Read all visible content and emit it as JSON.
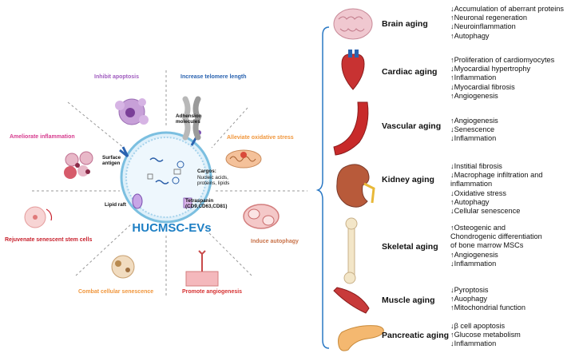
{
  "center": {
    "title": "HUCMSC-EVs",
    "labels": {
      "adhesion": "Adhension\nmolecules",
      "surface": "Surface\nantigen",
      "cargos_title": "Cargos:",
      "cargos_body": "Nucleic acids,\nproteins, lipids",
      "lipid_raft": "Lipid raft",
      "tetraspanin": "Tetraspanin\n(CD9,CD63,CD81)"
    }
  },
  "mechanisms": [
    {
      "key": "inhibit",
      "text": "Inhibit apoptosis",
      "color": "#a05cbf"
    },
    {
      "key": "telomere",
      "text": "Increase telomere length",
      "color": "#2a63b0"
    },
    {
      "key": "oxidative",
      "text": "Alleviate oxidative stress",
      "color": "#f0963c"
    },
    {
      "key": "inflammation",
      "text": "Ameliorate inflammation",
      "color": "#d63b8e"
    },
    {
      "key": "rejuvenate",
      "text": "Rejuvenate senescent stem cells",
      "color": "#c8202c"
    },
    {
      "key": "autophagy",
      "text": "Induce autophagy",
      "color": "#c9734a"
    },
    {
      "key": "senescence",
      "text": "Combat cellular senescence",
      "color": "#f0963c"
    },
    {
      "key": "angiogenesis",
      "text": "Promote angiogenesis",
      "color": "#d63232"
    }
  ],
  "organs": [
    {
      "name": "Brain aging",
      "icon": "brain-icon",
      "effects": [
        "↓Accumulation of aberrant proteins",
        "↑Neuronal regeneration",
        "↓Neuroinflammation",
        "↑Autophagy"
      ]
    },
    {
      "name": "Cardiac aging",
      "icon": "heart-icon",
      "effects": [
        "↑Proliferation of cardiomyocytes",
        "↓Myocardial hypertrophy",
        "↑Inflammation",
        "↓Myocardial fibrosis",
        "↑Angiogenesis"
      ]
    },
    {
      "name": "Vascular aging",
      "icon": "vessel-icon",
      "effects": [
        "↑Angiogenesis",
        "↓Senescence",
        "↓Inflammation"
      ]
    },
    {
      "name": "Kidney aging",
      "icon": "kidney-icon",
      "effects": [
        "↓Institial fibrosis",
        "↓Macrophage infiltration and",
        "inflammation",
        "↓Oxidative stress",
        "↑Autophagy",
        "↓Cellular senescence"
      ]
    },
    {
      "name": "Skeletal aging",
      "icon": "bone-icon",
      "effects": [
        "↑Osteogenic and",
        "Chondrogenic differentiation",
        "of bone marrow MSCs",
        "↑Angiogenesis",
        "↓Inflammation"
      ]
    },
    {
      "name": "Muscle aging",
      "icon": "muscle-icon",
      "effects": [
        "↓Pyroptosis",
        "↑Auophagy",
        "↑Mitochondrial function"
      ]
    },
    {
      "name": "Pancreatic aging",
      "icon": "pancreas-icon",
      "effects": [
        "↓β cell apoptosis",
        "↑Glucose metabolism",
        "↓Inflammation"
      ]
    }
  ]
}
